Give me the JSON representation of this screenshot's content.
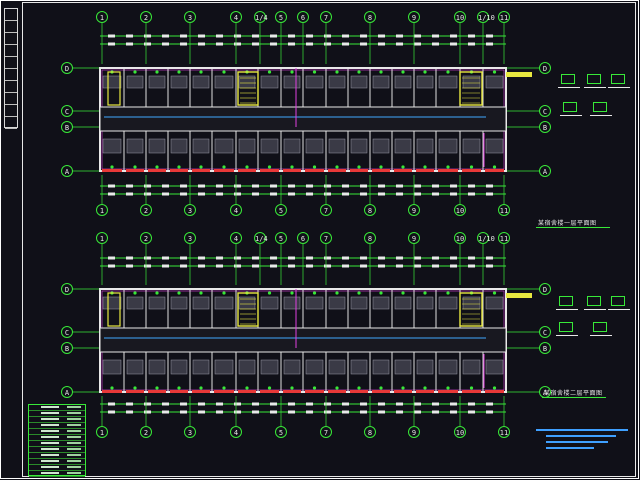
{
  "sheet": {
    "plan_captions": [
      "某宿舍楼一层平面图",
      "某宿舍楼二层平面图"
    ]
  },
  "plans": [
    {
      "top_axis_labels": [
        "1",
        "2",
        "3",
        "4",
        "1/4",
        "5",
        "6",
        "7",
        "8",
        "9",
        "10",
        "1/10",
        "11"
      ],
      "bottom_axis_labels": [
        "1",
        "2",
        "3",
        "4",
        "5",
        "7",
        "8",
        "9",
        "10",
        "11"
      ],
      "row_labels": [
        "D",
        "C",
        "B",
        "A"
      ]
    },
    {
      "top_axis_labels": [
        "1",
        "2",
        "3",
        "4",
        "1/4",
        "5",
        "6",
        "7",
        "8",
        "9",
        "10",
        "1/10",
        "11"
      ],
      "bottom_axis_labels": [
        "1",
        "2",
        "3",
        "4",
        "5",
        "7",
        "8",
        "9",
        "10",
        "11"
      ],
      "row_labels": [
        "D",
        "C",
        "B",
        "A"
      ]
    }
  ],
  "colors": {
    "background": "#101018",
    "wall": "#e8e8e8",
    "grid": "#38e838",
    "accent_yellow": "#e8e840",
    "accent_magenta": "#e040e0",
    "pipe_blue": "#40a8ff",
    "pipe_red": "#e83838"
  }
}
